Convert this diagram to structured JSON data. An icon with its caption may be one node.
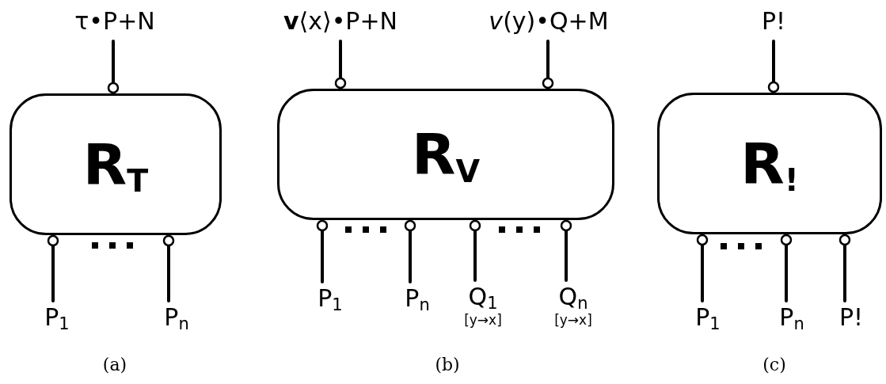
{
  "diagram": {
    "nodes": [
      {
        "text": [
          "τ•P+N"
        ]
      },
      {
        "text": [
          "R$_{T}$"
        ]
      },
      {
        "text": [
          "P$_{1}$"
        ]
      },
      {
        "text": [
          "P$_{n}$"
        ]
      },
      {
        "text": [
          "**v**⟨x⟩•P+N"
        ]
      },
      {
        "text": [
          "*v*(y)•Q+M"
        ]
      },
      {
        "text": [
          "R$_{V}$"
        ]
      },
      {
        "text": [
          "P$_{1}$"
        ]
      },
      {
        "text": [
          "P$_{n}$"
        ]
      },
      {
        "text": [
          "Q$_{1}$",
          "[y→x]"
        ]
      },
      {
        "text": [
          "Q$_{n}$",
          "[y→x]"
        ]
      },
      {
        "text": [
          "P!"
        ]
      },
      {
        "text": [
          "R$_{!}$"
        ]
      },
      {
        "text": [
          "P$_{1}$"
        ]
      },
      {
        "text": [
          "P$_{n}$"
        ]
      },
      {
        "text": [
          "P!"
        ]
      }
    ],
    "edges": [
      {
        "from": 0,
        "to": 1,
        "arrow": "other"
      },
      {
        "from": 2,
        "to": 1,
        "arrow": "other"
      },
      {
        "from": 3,
        "to": 1,
        "arrow": "other"
      },
      {
        "from": 4,
        "to": 6,
        "arrow": "other"
      },
      {
        "from": 5,
        "to": 6,
        "arrow": "other"
      },
      {
        "from": 7,
        "to": 6,
        "arrow": "other"
      },
      {
        "from": 8,
        "to": 6,
        "arrow": "other"
      },
      {
        "from": 9,
        "to": 6,
        "arrow": "other"
      },
      {
        "from": 10,
        "to": 6,
        "arrow": "other"
      },
      {
        "from": 11,
        "to": 12,
        "arrow": "other"
      },
      {
        "from": 13,
        "to": 12,
        "arrow": "other"
      },
      {
        "from": 14,
        "to": 12,
        "arrow": "other"
      },
      {
        "from": 15,
        "to": 12,
        "arrow": "other"
      }
    ],
    "labels": [
      "(a)",
      "(b)",
      "(c)"
    ]
  }
}
